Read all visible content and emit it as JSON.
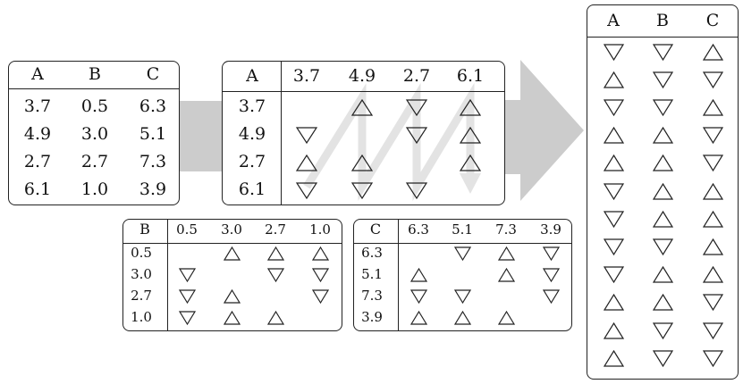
{
  "data_table": {
    "headers": [
      "A",
      "B",
      "C"
    ],
    "rows": [
      [
        "3.7",
        "0.5",
        "6.3"
      ],
      [
        "4.9",
        "3.0",
        "5.1"
      ],
      [
        "2.7",
        "2.7",
        "7.3"
      ],
      [
        "6.1",
        "1.0",
        "3.9"
      ]
    ]
  },
  "matrix_a": {
    "corner": "A",
    "col_labels": [
      "3.7",
      "4.9",
      "2.7",
      "6.1"
    ],
    "row_labels": [
      "3.7",
      "4.9",
      "2.7",
      "6.1"
    ],
    "cells": [
      [
        "",
        "up",
        "down",
        "up"
      ],
      [
        "down",
        "",
        "down",
        "up"
      ],
      [
        "up",
        "up",
        "",
        "up"
      ],
      [
        "down",
        "down",
        "down",
        ""
      ]
    ]
  },
  "matrix_b": {
    "corner": "B",
    "col_labels": [
      "0.5",
      "3.0",
      "2.7",
      "1.0"
    ],
    "row_labels": [
      "0.5",
      "3.0",
      "2.7",
      "1.0"
    ],
    "cells": [
      [
        "",
        "up",
        "up",
        "up"
      ],
      [
        "down",
        "",
        "down",
        "down"
      ],
      [
        "down",
        "up",
        "",
        "down"
      ],
      [
        "down",
        "up",
        "up",
        ""
      ]
    ]
  },
  "matrix_c": {
    "corner": "C",
    "col_labels": [
      "6.3",
      "5.1",
      "7.3",
      "3.9"
    ],
    "row_labels": [
      "6.3",
      "5.1",
      "7.3",
      "3.9"
    ],
    "cells": [
      [
        "",
        "down",
        "up",
        "down"
      ],
      [
        "up",
        "",
        "up",
        "down"
      ],
      [
        "down",
        "down",
        "",
        "down"
      ],
      [
        "up",
        "up",
        "up",
        ""
      ]
    ]
  },
  "result": {
    "headers": [
      "A",
      "B",
      "C"
    ],
    "rows": [
      [
        "down",
        "down",
        "up"
      ],
      [
        "up",
        "down",
        "down"
      ],
      [
        "down",
        "down",
        "up"
      ],
      [
        "up",
        "up",
        "down"
      ],
      [
        "up",
        "up",
        "down"
      ],
      [
        "down",
        "up",
        "up"
      ],
      [
        "down",
        "up",
        "up"
      ],
      [
        "down",
        "down",
        "up"
      ],
      [
        "down",
        "up",
        "up"
      ],
      [
        "up",
        "up",
        "down"
      ],
      [
        "up",
        "down",
        "down"
      ],
      [
        "up",
        "down",
        "down"
      ]
    ]
  },
  "colors": {
    "arrow": "#cccccc",
    "zigzag": "#e3e3e3",
    "border": "#222222"
  }
}
